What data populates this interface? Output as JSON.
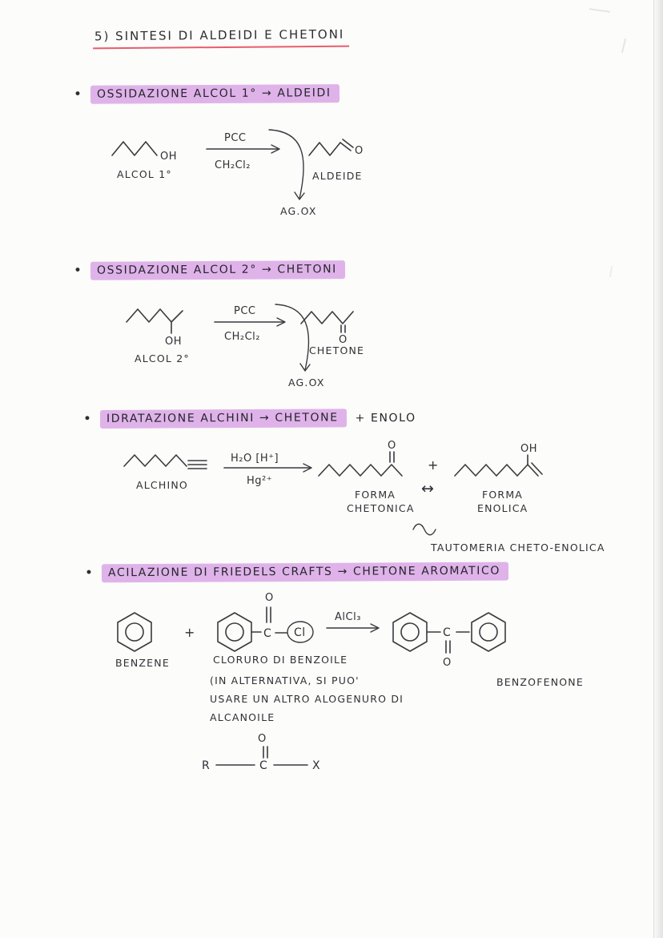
{
  "colors": {
    "highlight": "#c676dd",
    "title_underline": "#e85d6e",
    "ink": "#35353a",
    "paper": "#fcfcfa"
  },
  "page": {
    "bullet": "•",
    "title": "5) SINTESI DI ALDEIDI E CHETONI"
  },
  "section1": {
    "heading": "OSSIDAZIONE ALCOL 1° → ALDEIDI",
    "scheme": {
      "reagent_group": "OH",
      "reagent_label": "ALCOL 1°",
      "arrow_top": "PCC",
      "arrow_bottom": "CH₂Cl₂",
      "byproduct": "AG.OX",
      "product_atom": "O",
      "product_label": "ALDEIDE"
    }
  },
  "section2": {
    "heading": "OSSIDAZIONE ALCOL 2° → CHETONI",
    "scheme": {
      "reagent_group": "OH",
      "reagent_label": "ALCOL 2°",
      "arrow_top": "PCC",
      "arrow_bottom": "CH₂Cl₂",
      "byproduct": "AG.OX",
      "product_atom": "O",
      "product_label": "CHETONE"
    }
  },
  "section3": {
    "heading_highlight": "IDRATAZIONE ALCHINI → CHETONE",
    "heading_plain": "+ ENOLO",
    "scheme": {
      "reagent_label": "ALCHINO",
      "arrow_top": "H₂O [H⁺]",
      "arrow_bottom": "Hg²⁺",
      "keto_atom": "O",
      "keto_label_line1": "FORMA",
      "keto_label_line2": "CHETONICA",
      "plus": "+",
      "equilibrium_arrow": "↔",
      "enol_group": "OH",
      "enol_label_line1": "FORMA",
      "enol_label_line2": "ENOLICA",
      "note": "TAUTOMERIA CHETO-ENOLICA"
    }
  },
  "section4": {
    "heading": "ACILAZIONE DI FRIEDELS CRAFTS → CHETONE AROMATICO",
    "scheme": {
      "plus": "+",
      "benzene_label": "BENZENE",
      "acyl_oxygen": "O",
      "acyl_carbon": "C",
      "acyl_chlorine": "Cl",
      "chloride_label": "CLORURO DI BENZOILE",
      "note_line1": "(IN ALTERNATIVA, SI PUO'",
      "note_line2": "USARE UN ALTRO ALOGENURO DI",
      "note_line3": "ALCANOILE",
      "arrow_top": "AlCl₃",
      "product_carbon": "C",
      "product_oxygen": "O",
      "product_label": "BENZOFENONE"
    },
    "formula": {
      "r": "R",
      "c": "C",
      "o": "O",
      "x": "X"
    }
  }
}
